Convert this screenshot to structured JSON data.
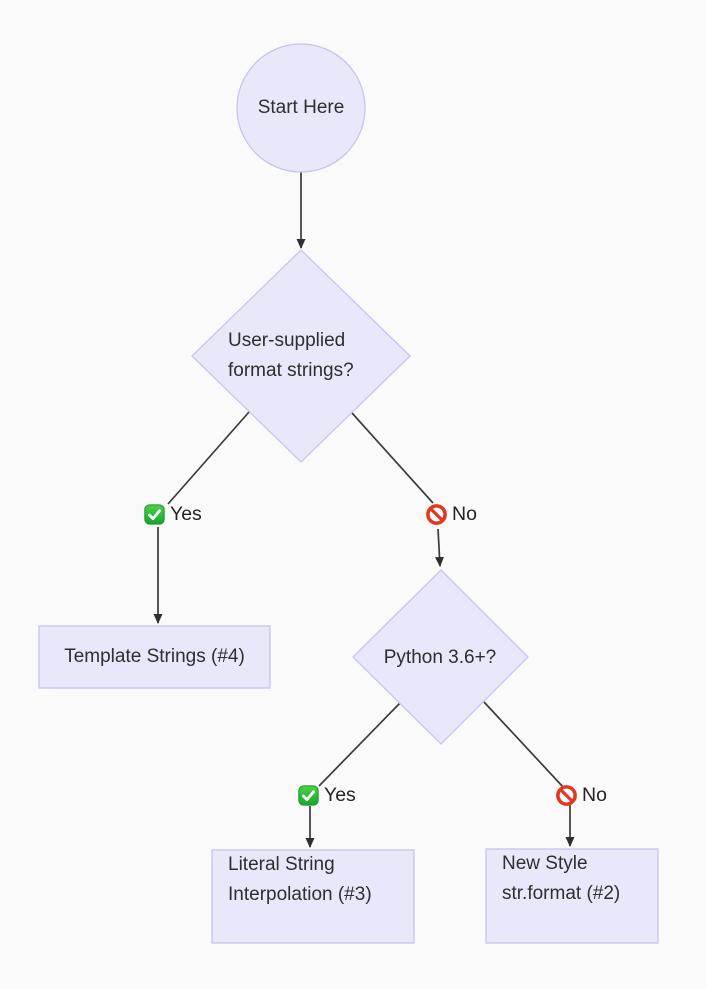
{
  "nodes": {
    "start": {
      "type": "circle",
      "label": "Start Here"
    },
    "decision_user_supplied": {
      "type": "diamond",
      "line1": "User-supplied",
      "line2": "format strings?"
    },
    "decision_python36": {
      "type": "diamond",
      "label": "Python 3.6+?"
    },
    "result_template_strings": {
      "type": "rect",
      "label": "Template Strings (#4)"
    },
    "result_literal_interpolation": {
      "type": "rect",
      "line1": "Literal String",
      "line2": "Interpolation (#3)"
    },
    "result_new_style": {
      "type": "rect",
      "line1": "New Style",
      "line2": "str.format (#2)"
    }
  },
  "edge_labels": {
    "yes1": {
      "label": "Yes",
      "icon": "check-mark-button"
    },
    "no1": {
      "label": "No",
      "icon": "prohibited-sign"
    },
    "yes2": {
      "label": "Yes",
      "icon": "check-mark-button"
    },
    "no2": {
      "label": "No",
      "icon": "prohibited-sign"
    }
  },
  "colors": {
    "background": "#fafafa",
    "node_fill": "#e9e8fa",
    "node_border": "#c7c4ef",
    "edge_line": "#3a3a3a",
    "text": "#2e2e2e",
    "yes_green": "#2eb543",
    "no_red": "#e4371f"
  }
}
